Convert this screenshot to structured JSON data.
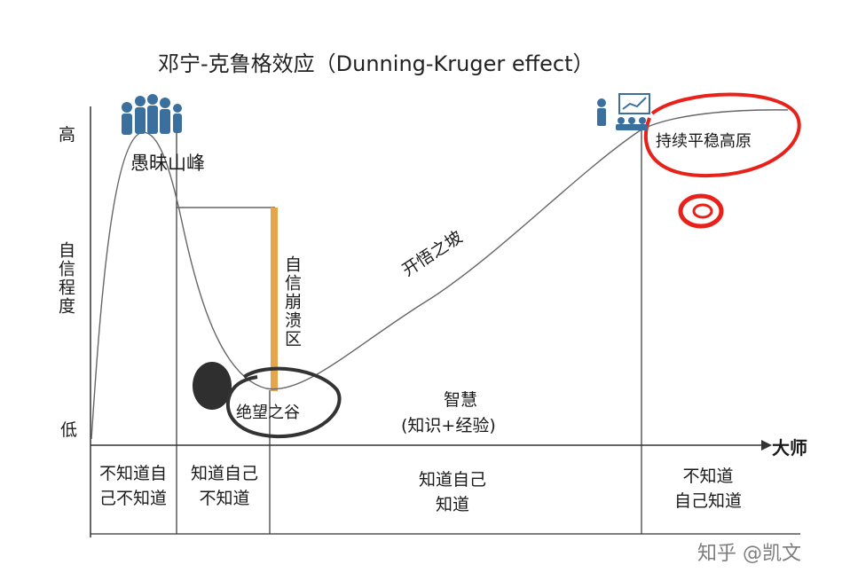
{
  "title": "邓宁-克鲁格效应（Dunning-Kruger effect）",
  "y_axis": {
    "title": "自信程度",
    "high": "高",
    "low": "低"
  },
  "x_axis": {
    "end_label": "大师"
  },
  "curve_labels": {
    "peak": "愚昧山峰",
    "collapse": "自信崩溃区",
    "valley": "绝望之谷",
    "slope": "开悟之坡",
    "plateau": "持续平稳高原",
    "wisdom_line1": "智慧",
    "wisdom_line2": "(知识+经验)"
  },
  "stages": [
    {
      "text": "不知道自\n己不知道"
    },
    {
      "text": "知道自己\n不知道"
    },
    {
      "text": "知道自己\n知道"
    },
    {
      "text": "不知道\n自己知道"
    }
  ],
  "watermark": "知乎 @凯文",
  "colors": {
    "curve": "#666666",
    "collapse_bar": "#e5a54b",
    "red_marker": "#e8211b",
    "dark_marker": "#2f2f2f",
    "icon_blue": "#3a6f9e"
  },
  "icons": [
    "crowd-icon",
    "teacher-presentation-icon"
  ]
}
